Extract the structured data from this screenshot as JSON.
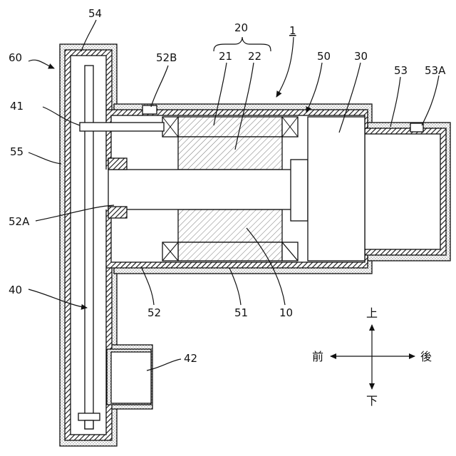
{
  "labels": {
    "n1": "1",
    "n10": "10",
    "n20": "20",
    "n21": "21",
    "n22": "22",
    "n30": "30",
    "n40": "40",
    "n41": "41",
    "n42": "42",
    "n50": "50",
    "n51": "51",
    "n52": "52",
    "n52a": "52A",
    "n52b": "52B",
    "n53": "53",
    "n53a": "53A",
    "n54": "54",
    "n55": "55",
    "n60": "60"
  },
  "directions": {
    "up": "上",
    "down": "下",
    "front": "前",
    "back": "後"
  }
}
